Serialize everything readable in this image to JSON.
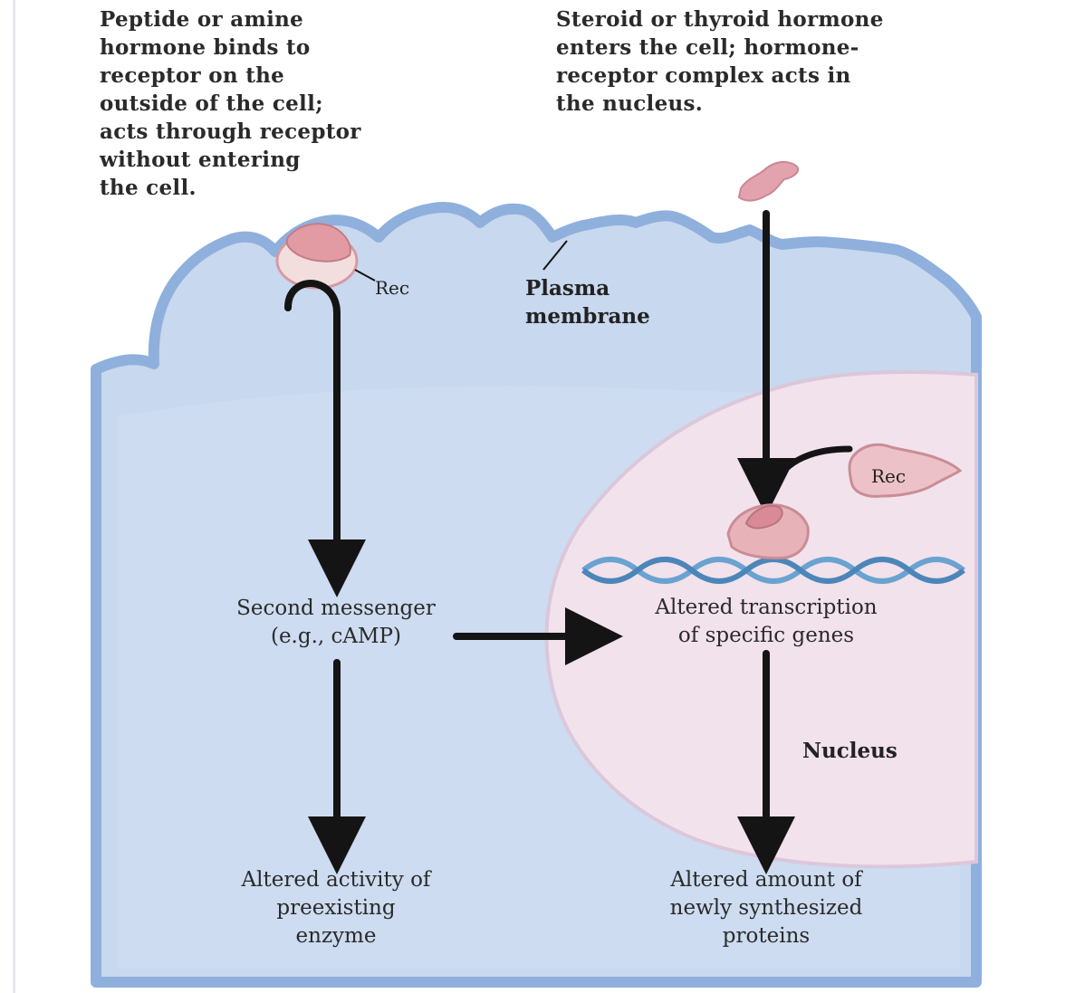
{
  "diagram": {
    "left_pathway": {
      "description": "Peptide or amine\nhormone binds to\nreceptor on the\noutside of the cell;\nacts through receptor\nwithout entering\nthe cell.",
      "receptor_label": "Rec",
      "second_messenger": "Second messenger\n(e.g., cAMP)",
      "outcome": "Altered activity of\npreexisting\nenzyme"
    },
    "right_pathway": {
      "description": "Steroid or thyroid hormone\nenters the cell; hormone-\nreceptor complex acts in\nthe nucleus.",
      "receptor_label": "Rec",
      "transcription": "Altered transcription\nof specific genes",
      "outcome": "Altered amount of\nnewly synthesized\nproteins"
    },
    "structures": {
      "membrane_label": "Plasma\nmembrane",
      "nucleus_label": "Nucleus"
    },
    "colors": {
      "cytoplasm": "#c8d8ee",
      "membrane": "#8fb0dc",
      "nucleus": "#f2e2ec",
      "receptor": "#e7a6ae",
      "dna": "#6aa3cf",
      "arrow": "#141414"
    }
  }
}
